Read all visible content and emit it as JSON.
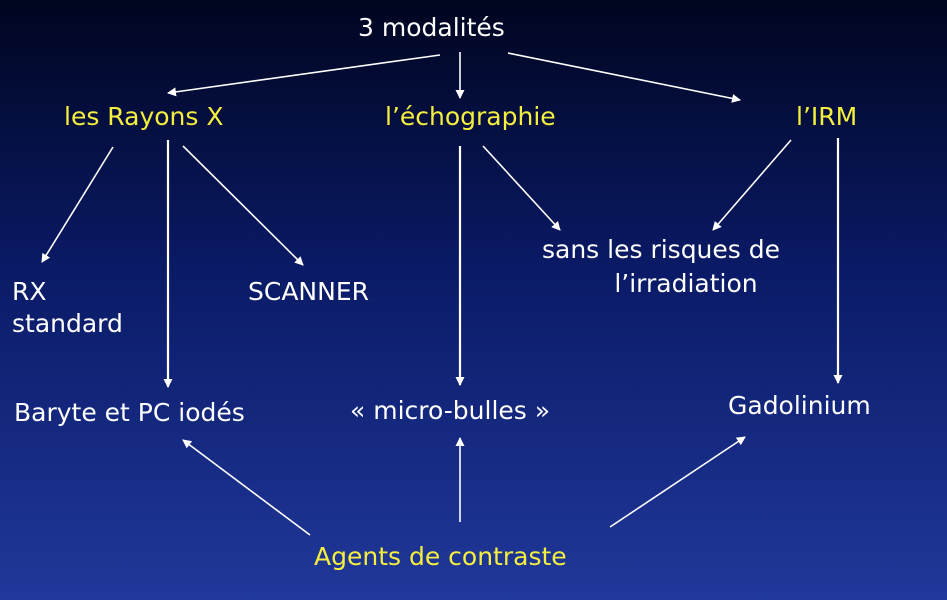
{
  "title": "3 modalités",
  "modalities": {
    "xray": "les Rayons X",
    "echo": "l’échographie",
    "irm": "l’IRM"
  },
  "outcomes": {
    "rx_line1": "RX",
    "rx_line2": "standard",
    "scanner": "SCANNER",
    "no_risk_line1": "sans les risques de",
    "no_risk_line2": "l’irradiation"
  },
  "contrast": {
    "barium": "Baryte et PC iodés",
    "microbubbles": "« micro-bulles »",
    "gadolinium": "Gadolinium",
    "agents": "Agents de contraste"
  },
  "colors": {
    "background_top": "#00051f",
    "background_bottom": "#20389a",
    "white_text": "#ffffff",
    "yellow_text": "#f4ef3e"
  }
}
